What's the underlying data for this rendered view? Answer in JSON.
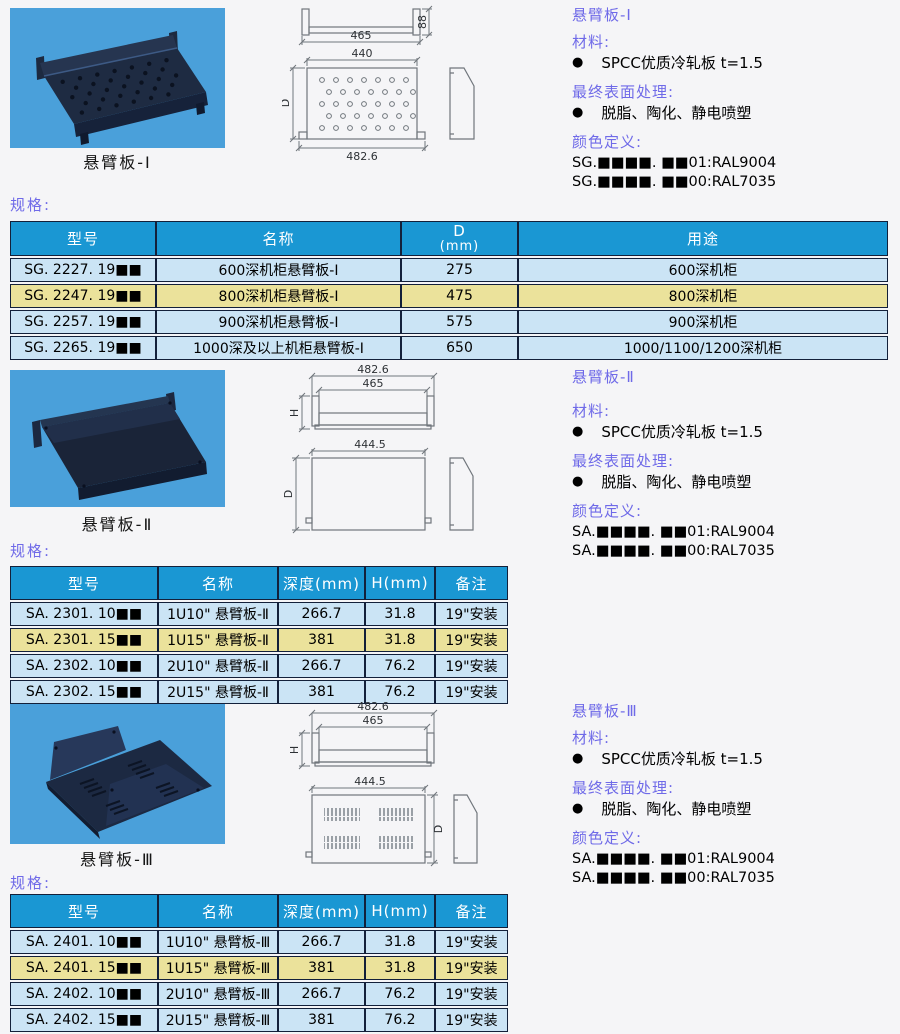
{
  "colors": {
    "page-bg": "#f5f5f7",
    "accent": "#6f6ae8",
    "header-blue": "#1a97d3",
    "row-blue": "#cbe4f5",
    "row-yellow": "#ebe29b",
    "table-border": "#13203a",
    "photo-blue": "#4aa0da",
    "shelf-dark": "#1d2a42"
  },
  "bullet": "●",
  "sections": [
    {
      "caption": "悬臂板-Ⅰ",
      "title": "悬臂板-Ⅰ",
      "material_label": "材料:",
      "material": "SPCC优质冷轧板 t=1.5",
      "finish_label": "最终表面处理:",
      "finish": "脱脂、陶化、静电喷塑",
      "color_label": "颜色定义:",
      "color_line1": "SG.■■■■. ■■01:RAL9004",
      "color_line2": "SG.■■■■. ■■00:RAL7035",
      "spec_label": "规格:",
      "drawing": {
        "front_w": "465",
        "front_h": "88",
        "top_w": "440",
        "bottom_w": "482.6",
        "depth": "D"
      },
      "table": {
        "h": [
          "型号",
          "名称",
          "D",
          "用途"
        ],
        "d_unit": "(mm)",
        "rows": [
          [
            "SG. 2227. 19■■",
            "600深机柜悬臂板-Ⅰ",
            "275",
            "600深机柜"
          ],
          [
            "SG. 2247. 19■■",
            "800深机柜悬臂板-Ⅰ",
            "475",
            "800深机柜"
          ],
          [
            "SG. 2257. 19■■",
            "900深机柜悬臂板-Ⅰ",
            "575",
            "900深机柜"
          ],
          [
            "SG. 2265. 19■■",
            "1000深及以上机柜悬臂板-Ⅰ",
            "650",
            "1000/1100/1200深机柜"
          ]
        ]
      }
    },
    {
      "caption": "悬臂板-Ⅱ",
      "title": "悬臂板-Ⅱ",
      "material_label": "材料:",
      "material": "SPCC优质冷轧板 t=1.5",
      "finish_label": "最终表面处理:",
      "finish": "脱脂、陶化、静电喷塑",
      "color_label": "颜色定义:",
      "color_line1": "SA.■■■■. ■■01:RAL9004",
      "color_line2": "SA.■■■■. ■■00:RAL7035",
      "spec_label": "规格:",
      "drawing": {
        "outer_w": "482.6",
        "inner_w": "465",
        "height": "H",
        "top_w": "444.5",
        "depth": "D"
      },
      "table": {
        "h": [
          "型号",
          "名称",
          "深度(mm)",
          "H(mm)",
          "备注"
        ],
        "rows": [
          [
            "SA. 2301. 10■■",
            "1U10\" 悬臂板-Ⅱ",
            "266.7",
            "31.8",
            "19\"安装"
          ],
          [
            "SA. 2301. 15■■",
            "1U15\" 悬臂板-Ⅱ",
            "381",
            "31.8",
            "19\"安装"
          ],
          [
            "SA. 2302. 10■■",
            "2U10\" 悬臂板-Ⅱ",
            "266.7",
            "76.2",
            "19\"安装"
          ],
          [
            "SA. 2302. 15■■",
            "2U15\" 悬臂板-Ⅱ",
            "381",
            "76.2",
            "19\"安装"
          ]
        ]
      }
    },
    {
      "caption": "悬臂板-Ⅲ",
      "title": "悬臂板-Ⅲ",
      "material_label": "材料:",
      "material": "SPCC优质冷轧板 t=1.5",
      "finish_label": "最终表面处理:",
      "finish": "脱脂、陶化、静电喷塑",
      "color_label": "颜色定义:",
      "color_line1": "SA.■■■■. ■■01:RAL9004",
      "color_line2": "SA.■■■■. ■■00:RAL7035",
      "spec_label": "规格:",
      "drawing": {
        "outer_w": "482.6",
        "inner_w": "465",
        "height": "H",
        "top_w": "444.5",
        "depth": "D"
      },
      "table": {
        "h": [
          "型号",
          "名称",
          "深度(mm)",
          "H(mm)",
          "备注"
        ],
        "rows": [
          [
            "SA. 2401. 10■■",
            "1U10\" 悬臂板-Ⅲ",
            "266.7",
            "31.8",
            "19\"安装"
          ],
          [
            "SA. 2401. 15■■",
            "1U15\" 悬臂板-Ⅲ",
            "381",
            "31.8",
            "19\"安装"
          ],
          [
            "SA. 2402. 10■■",
            "2U10\" 悬臂板-Ⅲ",
            "266.7",
            "76.2",
            "19\"安装"
          ],
          [
            "SA. 2402. 15■■",
            "2U15\" 悬臂板-Ⅲ",
            "381",
            "76.2",
            "19\"安装"
          ]
        ]
      }
    }
  ]
}
